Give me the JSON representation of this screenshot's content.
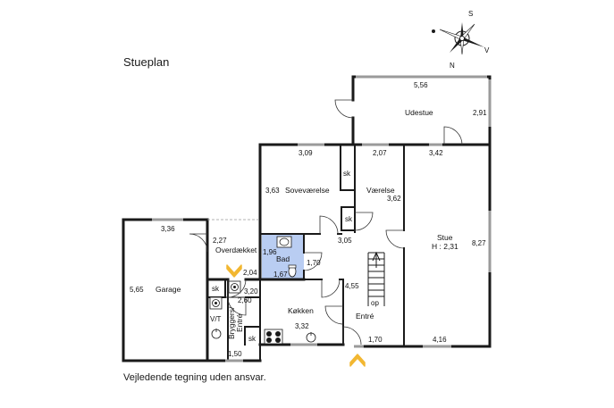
{
  "title": "Stueplan",
  "disclaimer": "Vejledende tegning uden ansvar.",
  "compass": {
    "s": "S",
    "n": "N",
    "v": "V"
  },
  "rooms": {
    "udestue": "Udestue",
    "sovevaerelse": "Soveværelse",
    "vaerelse": "Værelse",
    "stue": "Stue",
    "stue_height": "H : 2,31",
    "garage": "Garage",
    "overdaekket": "Overdækket",
    "bad": "Bad",
    "koekken": "Køkken",
    "entre": "Entré",
    "bryggers_line1": "Bryggers/",
    "bryggers_line2": "Entré"
  },
  "fixtures": {
    "sk": "sk",
    "vt": "V/T",
    "op": "op"
  },
  "dimensions": {
    "udestue_w": "5,56",
    "udestue_h": "2,91",
    "sove_w": "3,09",
    "sove_h": "3,63",
    "vaer_w": "2,07",
    "vaer_h": "3,62",
    "stue_top": "3,42",
    "stue_h": "8,27",
    "stue_bottom": "4,16",
    "garage_w": "3,36",
    "garage_h": "5,65",
    "overd_w": "2,27",
    "overd_h": "2,04",
    "bad_h": "1,96",
    "bad_w": "1,67",
    "bad_side": "1,70",
    "hall_w": "3,05",
    "entre_h": "4,55",
    "entre_bottom": "1,70",
    "koek_top": "2,60",
    "koek_w": "3,32",
    "brygg_h": "3,20",
    "brygg_bottom": "1,50"
  },
  "colors": {
    "bathroom": "#b9cdf2",
    "entrance_arrow": "#f2b731",
    "window": "#9a9a9a",
    "wall": "#1a1a1a"
  }
}
